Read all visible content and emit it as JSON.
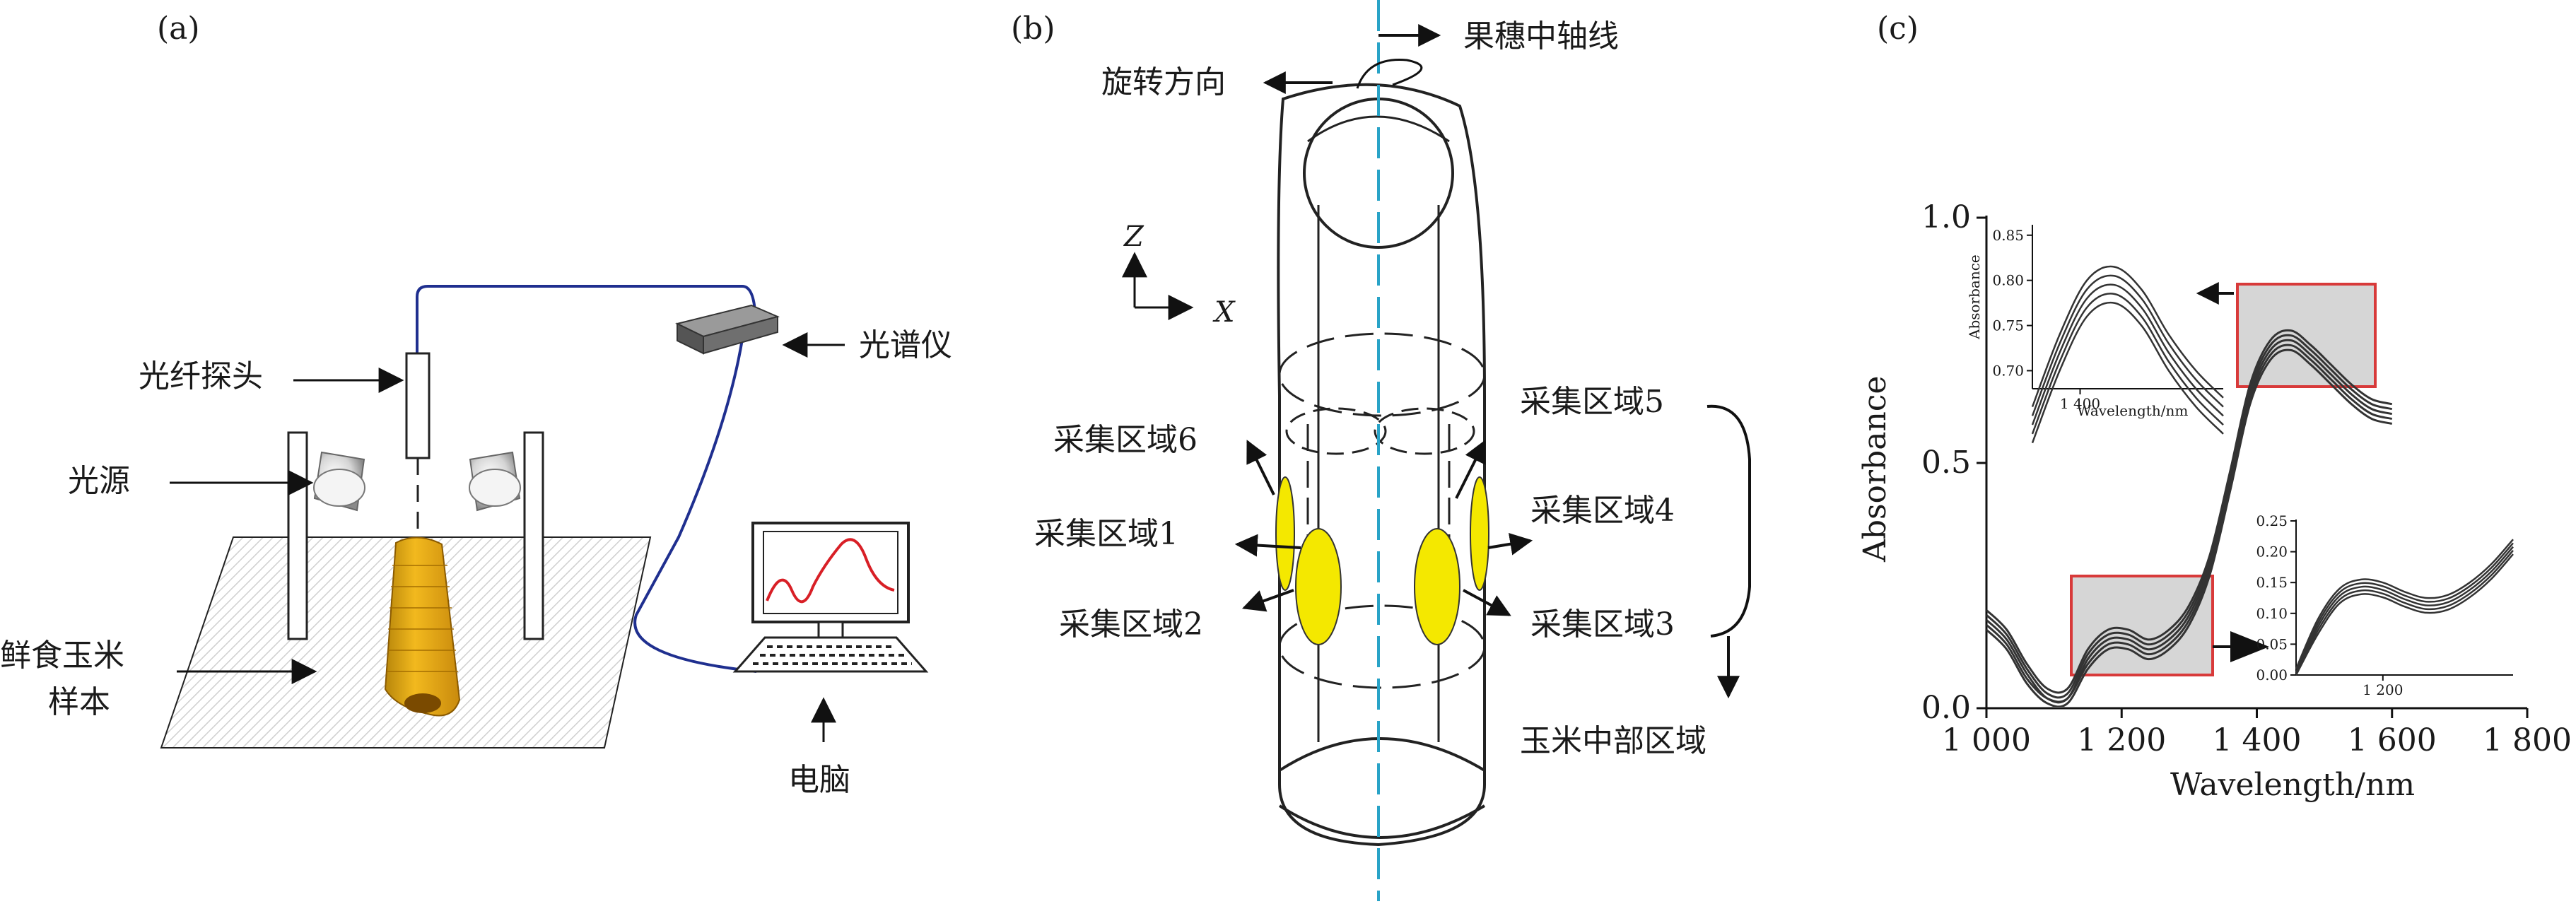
{
  "panel_a": {
    "label": "(a)",
    "probe": "光纤探头",
    "light_source": "光源",
    "spectrometer": "光谱仪",
    "sample_line1": "鲜食玉米",
    "sample_line2": "样本",
    "computer": "电脑"
  },
  "panel_b": {
    "label": "(b)",
    "rotation": "旋转方向",
    "axis": "果穗中轴线",
    "z": "Z",
    "x": "X",
    "region6": "采集区域6",
    "region1": "采集区域1",
    "region2": "采集区域2",
    "region5": "采集区域5",
    "region4": "采集区域4",
    "region3": "采集区域3",
    "middle": "玉米中部区域"
  },
  "panel_c": {
    "label": "(c)",
    "chart_data": {
      "type": "line",
      "xlabel": "Wavelength/nm",
      "ylabel": "Absorbance",
      "xlim": [
        1000,
        1800
      ],
      "ylim": [
        0,
        1.0
      ],
      "xticks": [
        "1 000",
        "1 200",
        "1 400",
        "1 600",
        "1 800"
      ],
      "yticks": [
        "0.0",
        "0.5",
        "1.0"
      ],
      "x": [
        1000,
        1030,
        1060,
        1090,
        1120,
        1150,
        1180,
        1210,
        1240,
        1270,
        1300,
        1330,
        1360,
        1390,
        1420,
        1450,
        1480,
        1510,
        1540,
        1570,
        1600
      ],
      "series": [
        {
          "values": [
            0.2,
            0.16,
            0.09,
            0.04,
            0.04,
            0.12,
            0.16,
            0.16,
            0.14,
            0.16,
            0.21,
            0.31,
            0.48,
            0.66,
            0.75,
            0.77,
            0.74,
            0.7,
            0.66,
            0.63,
            0.62
          ]
        },
        {
          "values": [
            0.19,
            0.15,
            0.08,
            0.03,
            0.03,
            0.11,
            0.15,
            0.15,
            0.13,
            0.15,
            0.2,
            0.3,
            0.47,
            0.65,
            0.74,
            0.76,
            0.73,
            0.69,
            0.65,
            0.62,
            0.61
          ]
        },
        {
          "values": [
            0.18,
            0.14,
            0.07,
            0.02,
            0.02,
            0.1,
            0.14,
            0.14,
            0.12,
            0.14,
            0.19,
            0.29,
            0.46,
            0.64,
            0.73,
            0.75,
            0.72,
            0.68,
            0.64,
            0.61,
            0.6
          ]
        },
        {
          "values": [
            0.17,
            0.13,
            0.06,
            0.02,
            0.02,
            0.09,
            0.13,
            0.13,
            0.11,
            0.13,
            0.18,
            0.28,
            0.45,
            0.63,
            0.72,
            0.74,
            0.71,
            0.67,
            0.63,
            0.6,
            0.59
          ]
        },
        {
          "values": [
            0.16,
            0.12,
            0.05,
            0.01,
            0.01,
            0.08,
            0.12,
            0.12,
            0.1,
            0.12,
            0.17,
            0.27,
            0.44,
            0.62,
            0.71,
            0.73,
            0.7,
            0.66,
            0.62,
            0.59,
            0.58
          ]
        }
      ],
      "inset_upper": {
        "xlabel": "Wavelength/nm",
        "ylabel": "Absorbance",
        "xtick": "1 400",
        "yticks": [
          "0.70",
          "0.75",
          "0.80",
          "0.85"
        ]
      },
      "inset_lower": {
        "xtick": "1 200",
        "yticks": [
          "0.00",
          "0.05",
          "0.10",
          "0.15",
          "0.20",
          "0.25"
        ]
      }
    }
  },
  "colors": {
    "cable": "#1f2f8f",
    "axis_line": "#29a3c7",
    "corn_region": "#f4e800",
    "highlight_box": "#d83a3a",
    "highlight_fill": "#d6d6d6",
    "spectrum_curve": "#d81f26"
  }
}
